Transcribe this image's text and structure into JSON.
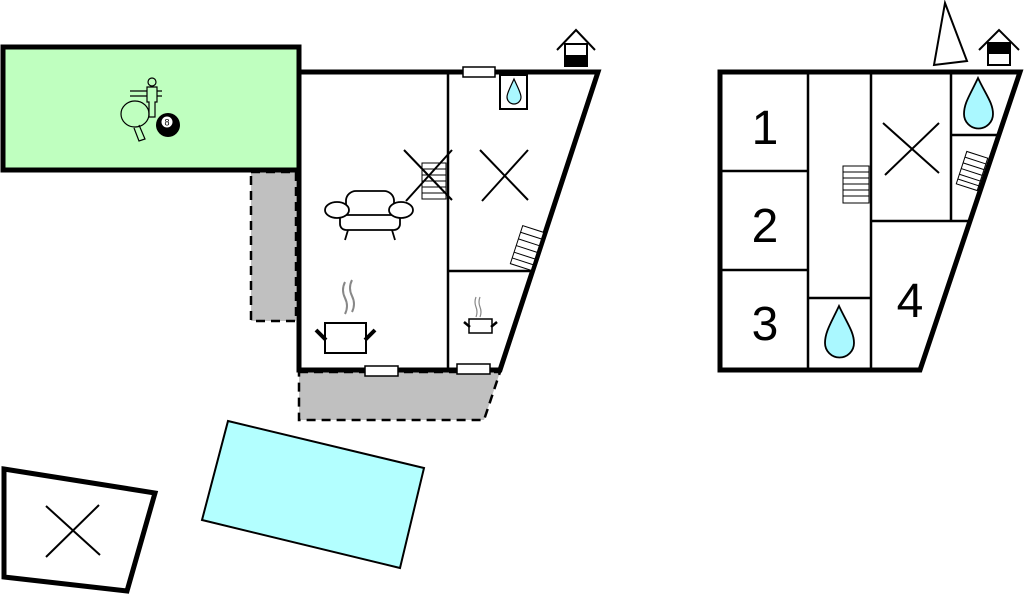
{
  "title": "Floor plan",
  "colors": {
    "games_room": "#bfffbf",
    "pool": "#b3ffff",
    "terrace": "#c0c0c0",
    "water": "#aaf8ff",
    "wall": "#000000"
  },
  "ground_floor": {
    "games_room": {
      "icons": [
        "foosball-icon",
        "ping-pong-icon",
        "billiard-ball-icon"
      ],
      "ball_label": "8"
    },
    "living_room": {
      "icons": [
        "sofa-icon",
        "kitchen-pot-icon",
        "stairs-icon"
      ]
    },
    "bedroom": {
      "icons": [
        "bed-cross-icon",
        "stairs-icon",
        "water-icon"
      ]
    }
  },
  "upper_floor": {
    "rooms": [
      {
        "label": "1"
      },
      {
        "label": "2"
      },
      {
        "label": "3"
      },
      {
        "label": "4"
      }
    ]
  }
}
